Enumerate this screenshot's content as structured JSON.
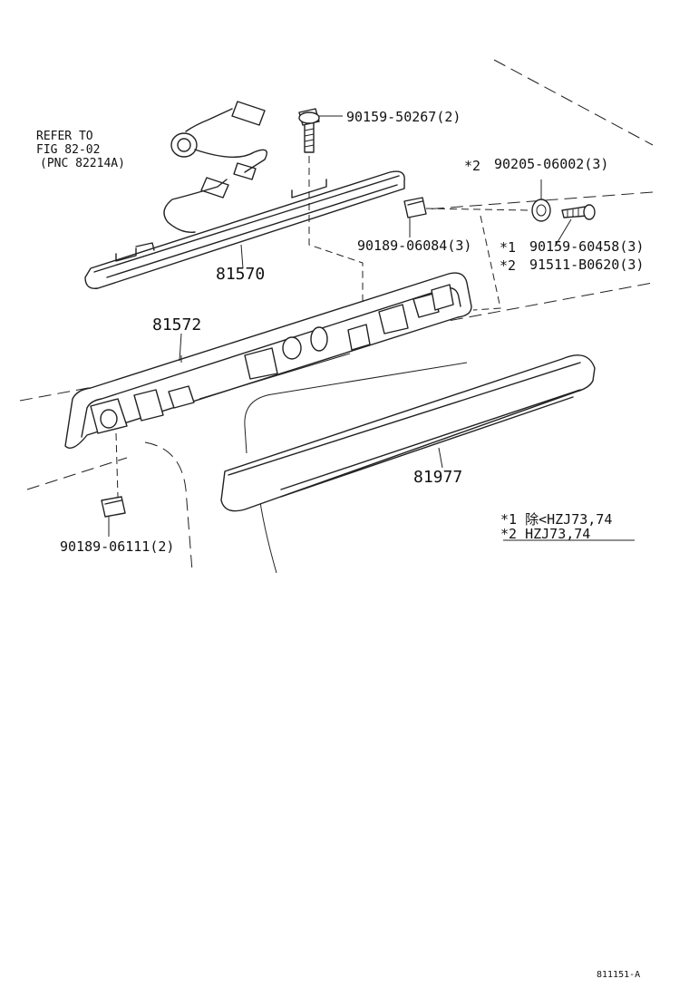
{
  "figure_id": "811151-A",
  "reference": {
    "line1": "REFER TO",
    "line2": "FIG 82-02",
    "line3": "(PNC 82214A)"
  },
  "callouts": {
    "bolt_top": "90159-50267(2)",
    "washer_mark": "*2",
    "washer": "90205-06002(3)",
    "clip_upper": "90189-06084(3)",
    "screw_mark1": "*1",
    "screw1": "90159-60458(3)",
    "screw_mark2": "*2",
    "screw2": "91511-B0620(3)",
    "lamp_assy": "81570",
    "lamp_base": "81572",
    "cover": "81977",
    "clip_lower": "90189-06111(2)"
  },
  "legend": {
    "note1": "*1 除<HZJ73,74",
    "note2": "*2 HZJ73,74"
  }
}
